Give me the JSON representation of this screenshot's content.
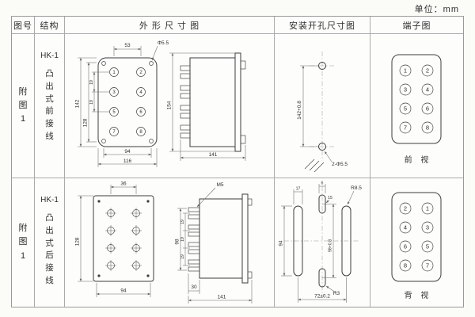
{
  "page": {
    "unit": "单位：mm"
  },
  "headers": {
    "fig": "图号",
    "structure": "结构",
    "outline": "外 形 尺 寸 图",
    "install": "安装开孔尺寸图",
    "terminal": "端子图"
  },
  "rows": [
    {
      "fig": "附图1",
      "model": "HK-1",
      "structure": "凸出式前接线",
      "outline": {
        "top_width": "53",
        "hole_dia": "Φ5.5",
        "height_outer": "142",
        "height_inner": "128",
        "pitch_a": "19",
        "pitch_b": "19",
        "bottom_inner": "94",
        "bottom_outer": "116",
        "side_height": "154",
        "side_depth": "141",
        "terminals": [
          "1",
          "2",
          "3",
          "4",
          "5",
          "6",
          "7",
          "8"
        ]
      },
      "install": {
        "vertical": "142+0.8",
        "holes": "2-Φ5.5"
      },
      "terminal": {
        "cells": [
          "1",
          "2",
          "3",
          "4",
          "5",
          "6",
          "7",
          "8"
        ],
        "view": "前 视"
      }
    },
    {
      "fig": "附图1",
      "model": "HK-1",
      "structure": "凸出式后接线",
      "outline": {
        "top_width": "36",
        "screw": "M5",
        "height_outer": "128",
        "pitch_a": "19",
        "pitch_b": "19",
        "pitch_c": "19",
        "pin_span": "98",
        "bottom_width": "94",
        "comb_depth": "30",
        "side_depth": "141"
      },
      "install": {
        "slot_w": "17",
        "mid_w": "6",
        "mid_h": "15",
        "radius_big": "R8.5",
        "left_h": "94",
        "vertical": "98+0.8",
        "radius_small": "R3",
        "bottom_span": "72±0.2"
      },
      "terminal": {
        "cells": [
          "2",
          "1",
          "4",
          "3",
          "6",
          "5",
          "8",
          "7"
        ],
        "view": "背 视"
      }
    }
  ]
}
